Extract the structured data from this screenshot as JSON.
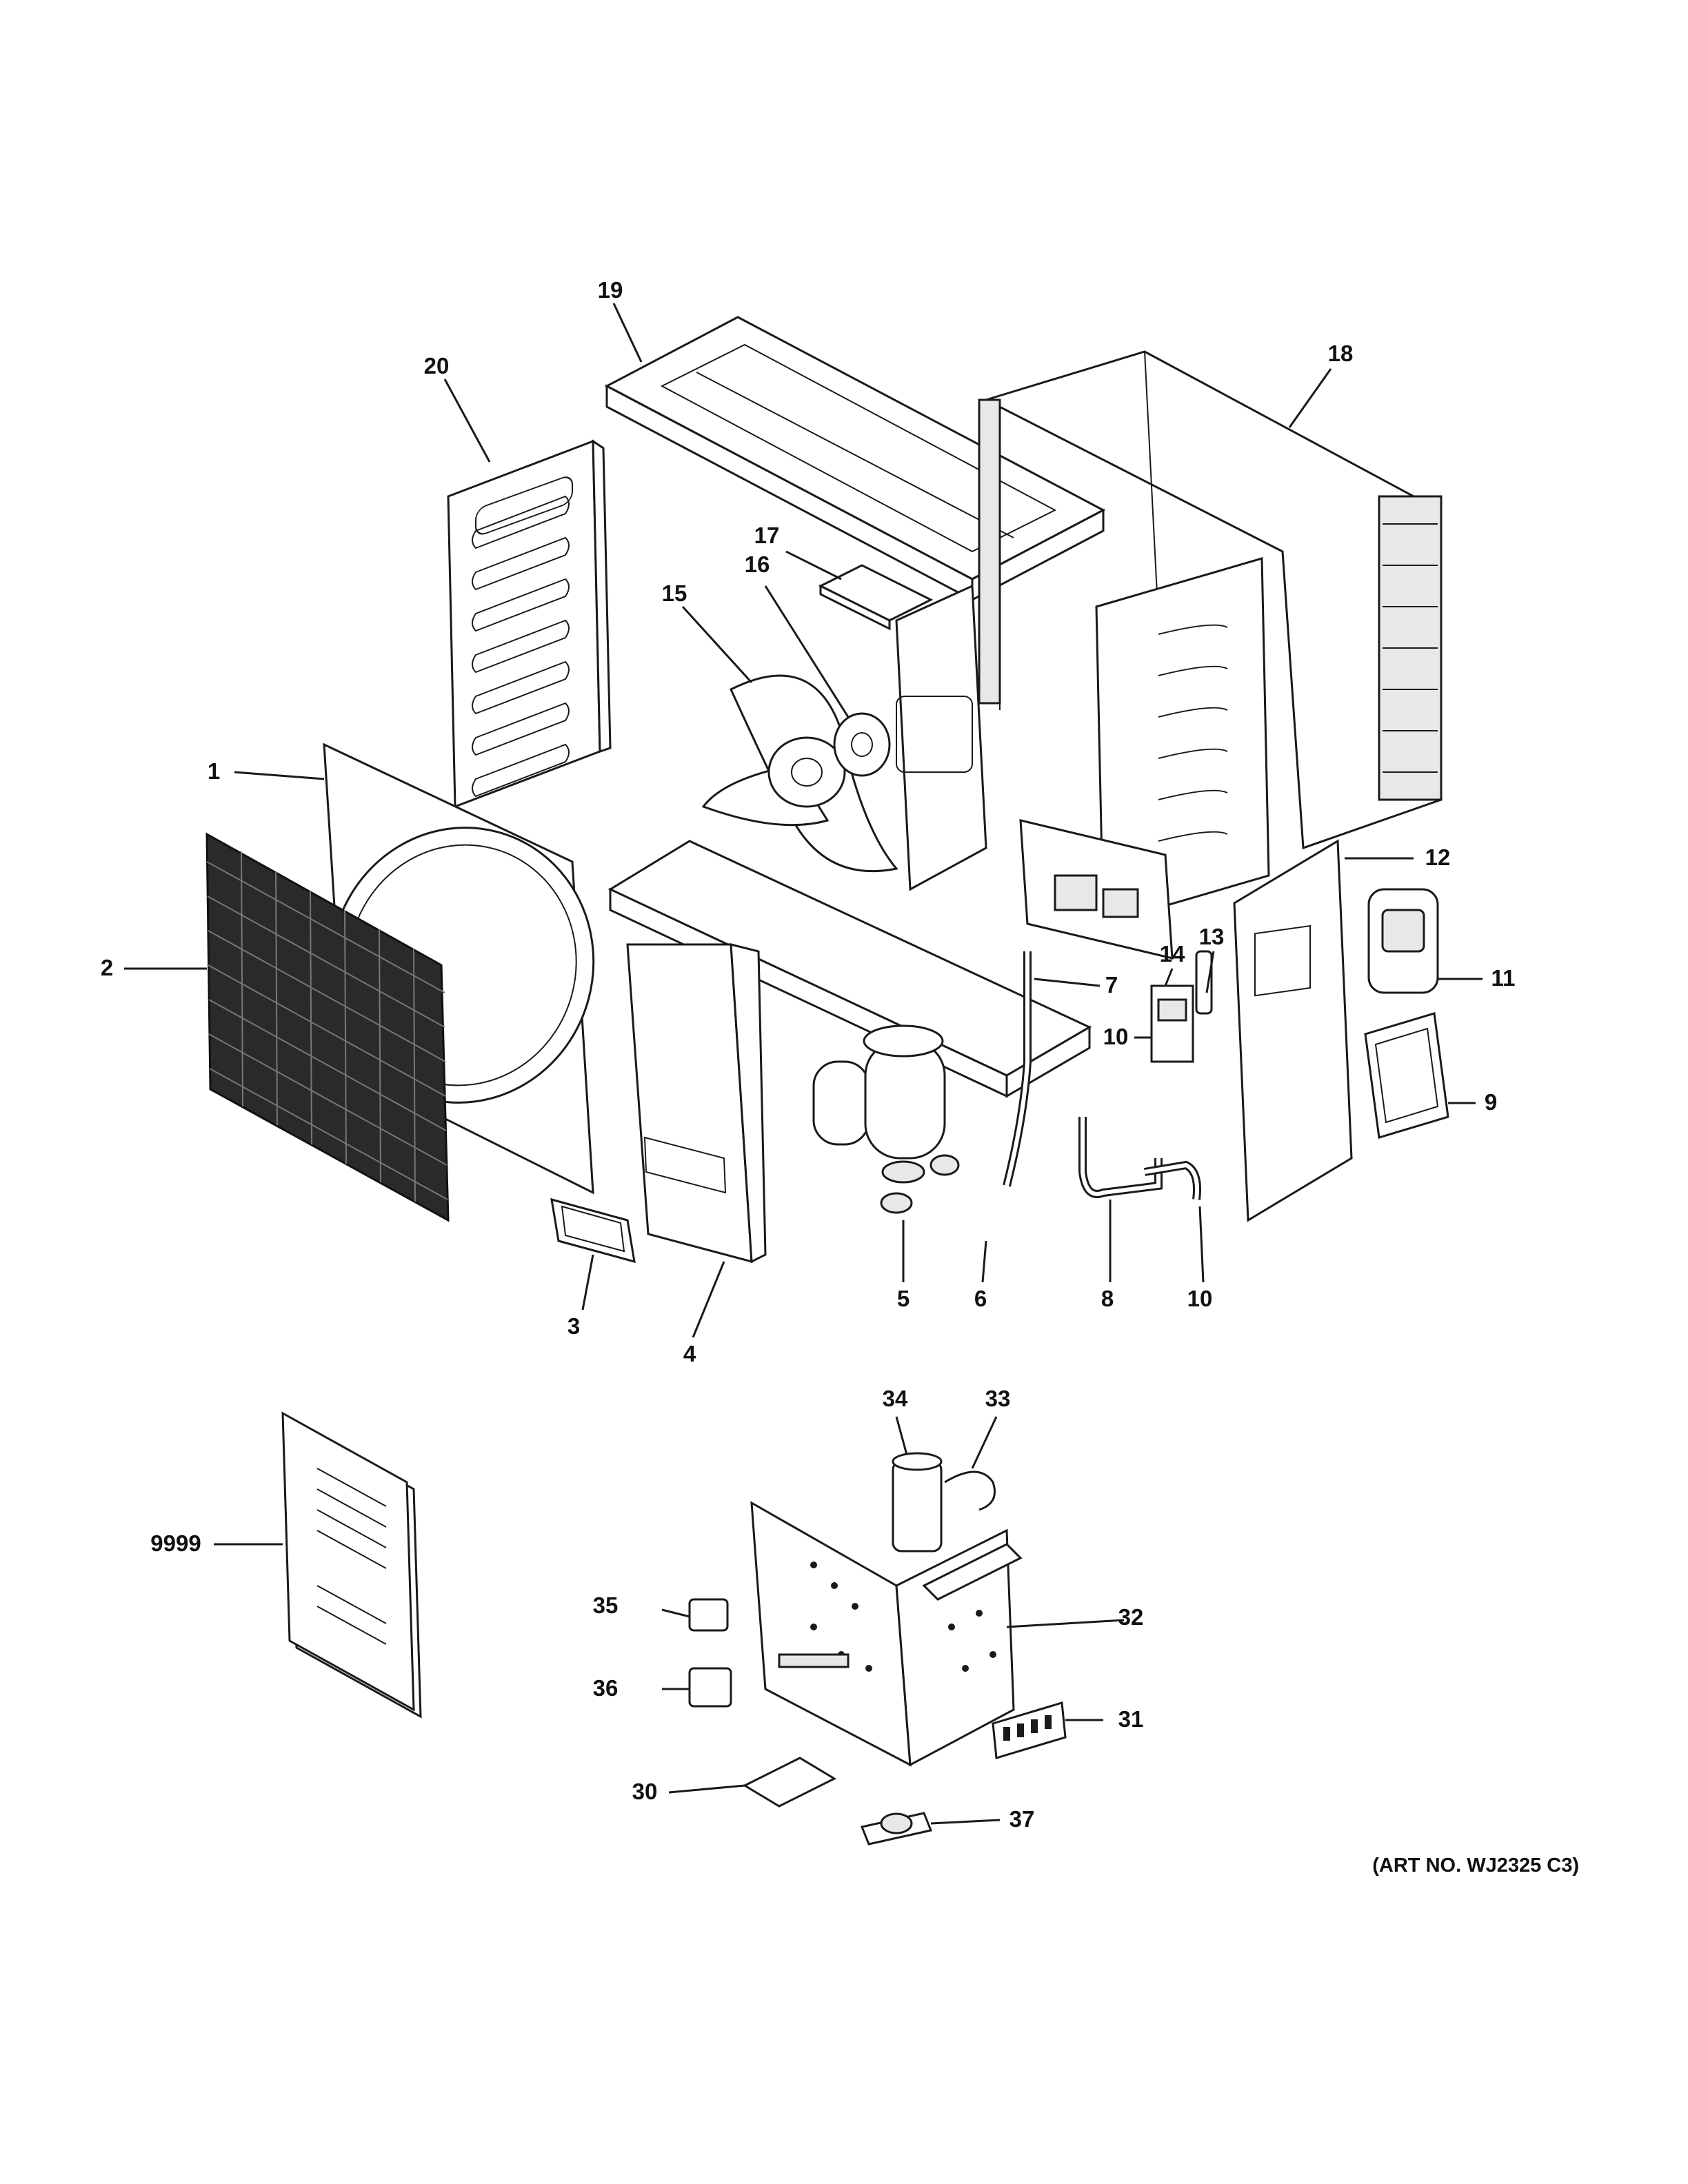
{
  "diagram": {
    "callouts": {
      "c1": "1",
      "c2": "2",
      "c3": "3",
      "c4": "4",
      "c5": "5",
      "c6": "6",
      "c7": "7",
      "c8": "8",
      "c9": "9",
      "c10a": "10",
      "c10b": "10",
      "c11": "11",
      "c12": "12",
      "c13": "13",
      "c14": "14",
      "c15": "15",
      "c16": "16",
      "c17": "17",
      "c18": "18",
      "c19": "19",
      "c20": "20",
      "c30": "30",
      "c31": "31",
      "c32": "32",
      "c33": "33",
      "c34": "34",
      "c35": "35",
      "c36": "36",
      "c37": "37",
      "c9999": "9999"
    },
    "art_number": "(ART NO. WJ2325 C3)"
  }
}
